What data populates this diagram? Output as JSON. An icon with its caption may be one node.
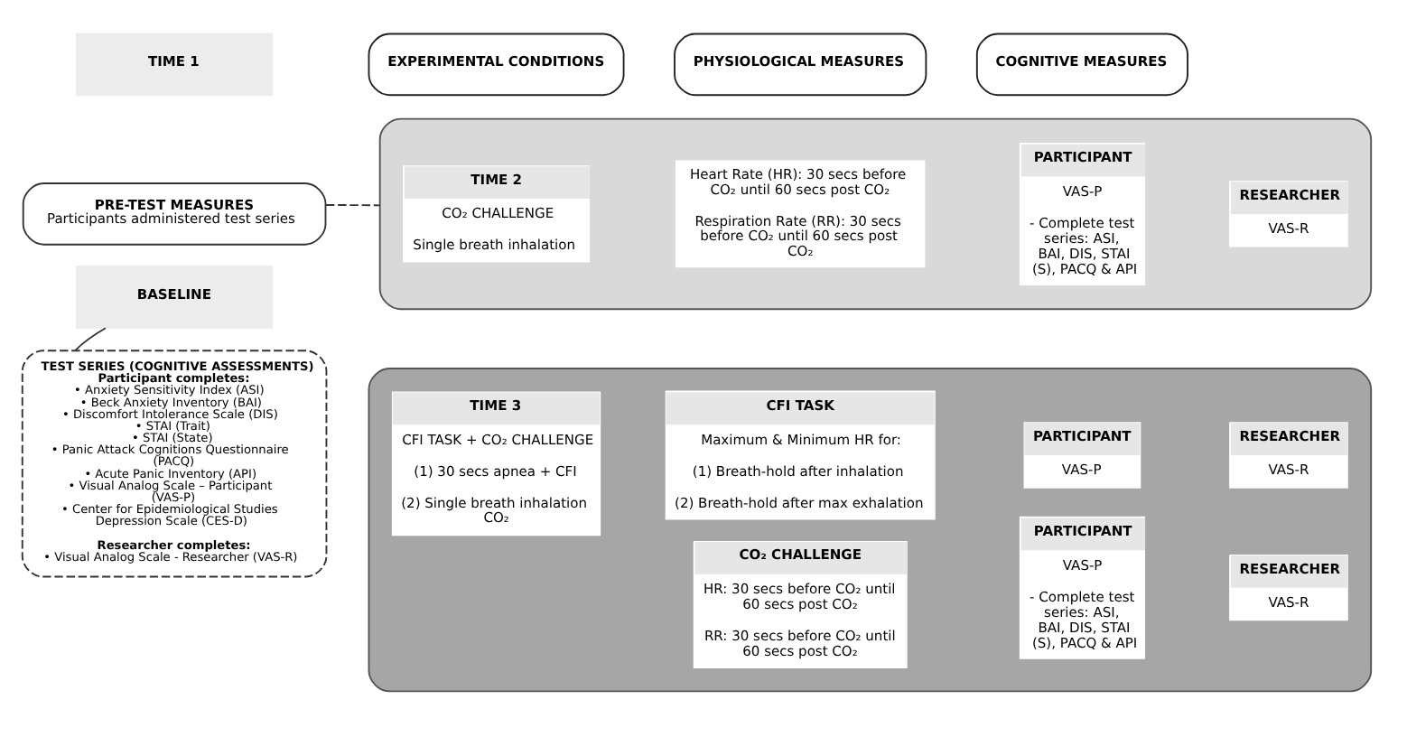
{
  "diagram": {
    "nodes": [
      {
        "text": [
          "TIME 1"
        ]
      },
      {
        "text": [
          "EXPERIMENTAL CONDITIONS"
        ]
      },
      {
        "text": [
          "PHYSIOLOGICAL MEASURES"
        ]
      },
      {
        "text": [
          "COGNITIVE MEASURES"
        ]
      },
      {
        "text": [
          "PRE-TEST MEASURES",
          "Participants administered test series"
        ]
      },
      {
        "text": [],
        "shape": "box"
      },
      {
        "text": [
          "TIME 2",
          "CO₂ CHALLENGE",
          "Single breath inhalation"
        ],
        "in": 5
      },
      {
        "text": [
          "Heart Rate (HR): 30 secs before CO₂ until 60 secs post CO₂",
          "Respiration Rate (RR): 30 secs before CO₂ until 60 secs post CO₂"
        ],
        "in": 5
      },
      {
        "text": [
          "PARTICIPANT",
          "VAS-P",
          "- Complete test series: ASI, BAI, DIS, STAI (S), PACQ & API"
        ],
        "in": 5
      },
      {
        "text": [
          "RESEARCHER",
          "VAS-R"
        ],
        "in": 5
      },
      {
        "text": [
          "BASELINE"
        ]
      },
      {
        "text": [
          "TEST SERIES (COGNITIVE ASSESSMENTS)",
          "Participant completes:",
          "• Anxiety Sensitivity Index (ASI)",
          "• Beck Anxiety Inventory (BAI)",
          "• Discomfort Intolerance Scale (DIS)",
          "• STAI (Trait)",
          "• STAI (State)",
          "• Panic Attack Cognitions Questionnaire (PACQ)",
          "• Acute Panic Inventory (API)",
          "• Visual Analog Scale – Participant (VAS-P)",
          "• Center for Epidemiological Studies Depression Scale (CES-D)",
          "Researcher completes:",
          "• Visual Analog Scale - Researcher (VAS-R)"
        ]
      },
      {
        "text": [],
        "shape": "box"
      },
      {
        "text": [
          "TIME 3",
          "CFI TASK + CO₂ CHALLENGE",
          "(1) 30 secs apnea + CFI",
          "(2) Single breath inhalation CO₂"
        ],
        "in": 12
      },
      {
        "text": [
          "CFI TASK",
          "Maximum & Minimum HR for:",
          "(1) Breath-hold after inhalation",
          "(2) Breath-hold after max exhalation"
        ],
        "in": 12
      },
      {
        "text": [
          "CO₂ CHALLENGE",
          "HR: 30 secs before CO₂ until 60 secs post CO₂",
          "RR: 30 secs before CO₂ until 60 secs post CO₂"
        ],
        "in": 12
      },
      {
        "text": [
          "PARTICIPANT",
          "VAS-P"
        ],
        "in": 12
      },
      {
        "text": [
          "RESEARCHER",
          "VAS-R"
        ],
        "in": 12
      },
      {
        "text": [
          "PARTICIPANT",
          "VAS-P",
          "- Complete test series: ASI, BAI, DIS, STAI (S), PACQ & API"
        ],
        "in": 12
      },
      {
        "text": [
          "RESEARCHER",
          "VAS-R"
        ],
        "in": 12
      }
    ],
    "edges": [
      {
        "from": 4,
        "to": 5,
        "arrow": "none",
        "style": "dashed"
      },
      {
        "from": 10,
        "to": 11,
        "arrow": "none"
      }
    ]
  }
}
